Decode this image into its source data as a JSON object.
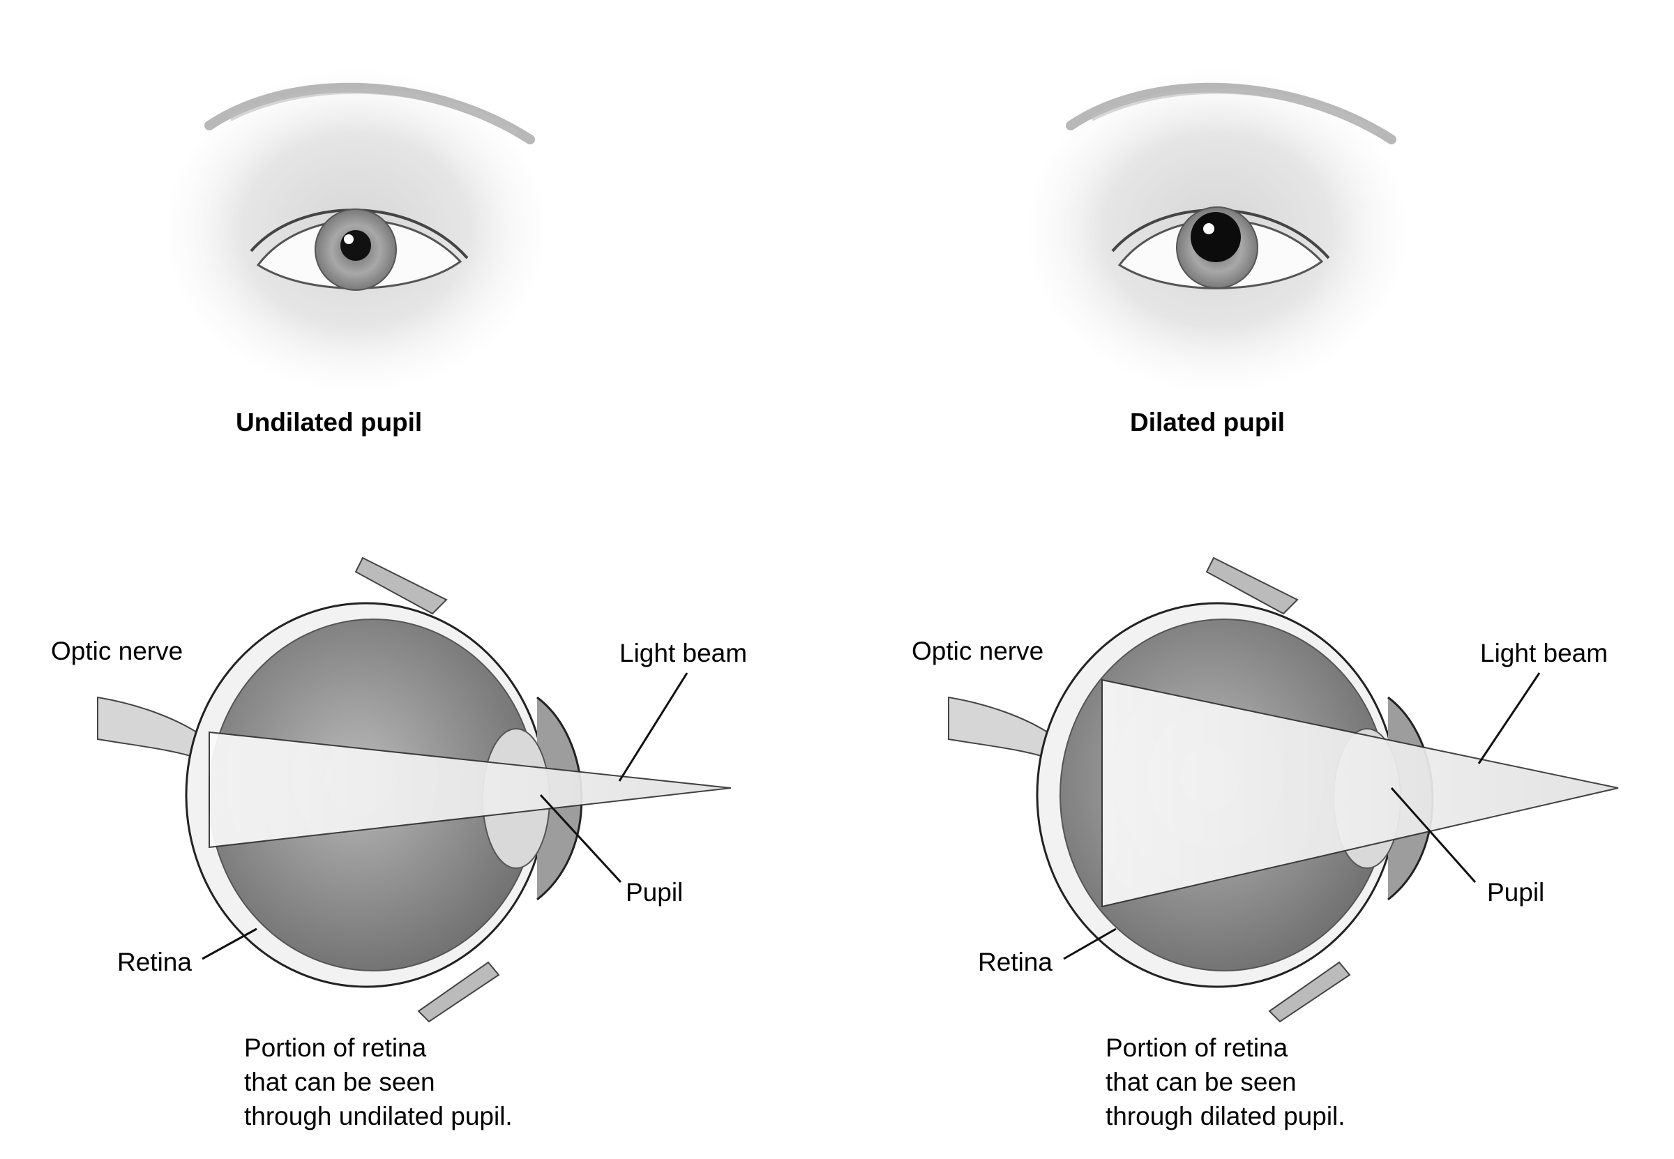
{
  "panels": [
    {
      "title": "Undilated pupil",
      "labels": {
        "optic_nerve": "Optic nerve",
        "light_beam": "Light beam",
        "pupil": "Pupil",
        "retina": "Retina"
      },
      "caption": [
        "Portion of retina",
        "that can be seen",
        "through undilated pupil."
      ]
    },
    {
      "title": "Dilated pupil",
      "labels": {
        "optic_nerve": "Optic nerve",
        "light_beam": "Light beam",
        "pupil": "Pupil",
        "retina": "Retina"
      },
      "caption": [
        "Portion of retina",
        "that can be seen",
        "through dilated pupil."
      ]
    }
  ],
  "colors": {
    "background": "#ffffff",
    "eyeball_fill": "#8a8a8a",
    "light_beam_fill": "#f3f3f3",
    "outline": "#222222"
  }
}
